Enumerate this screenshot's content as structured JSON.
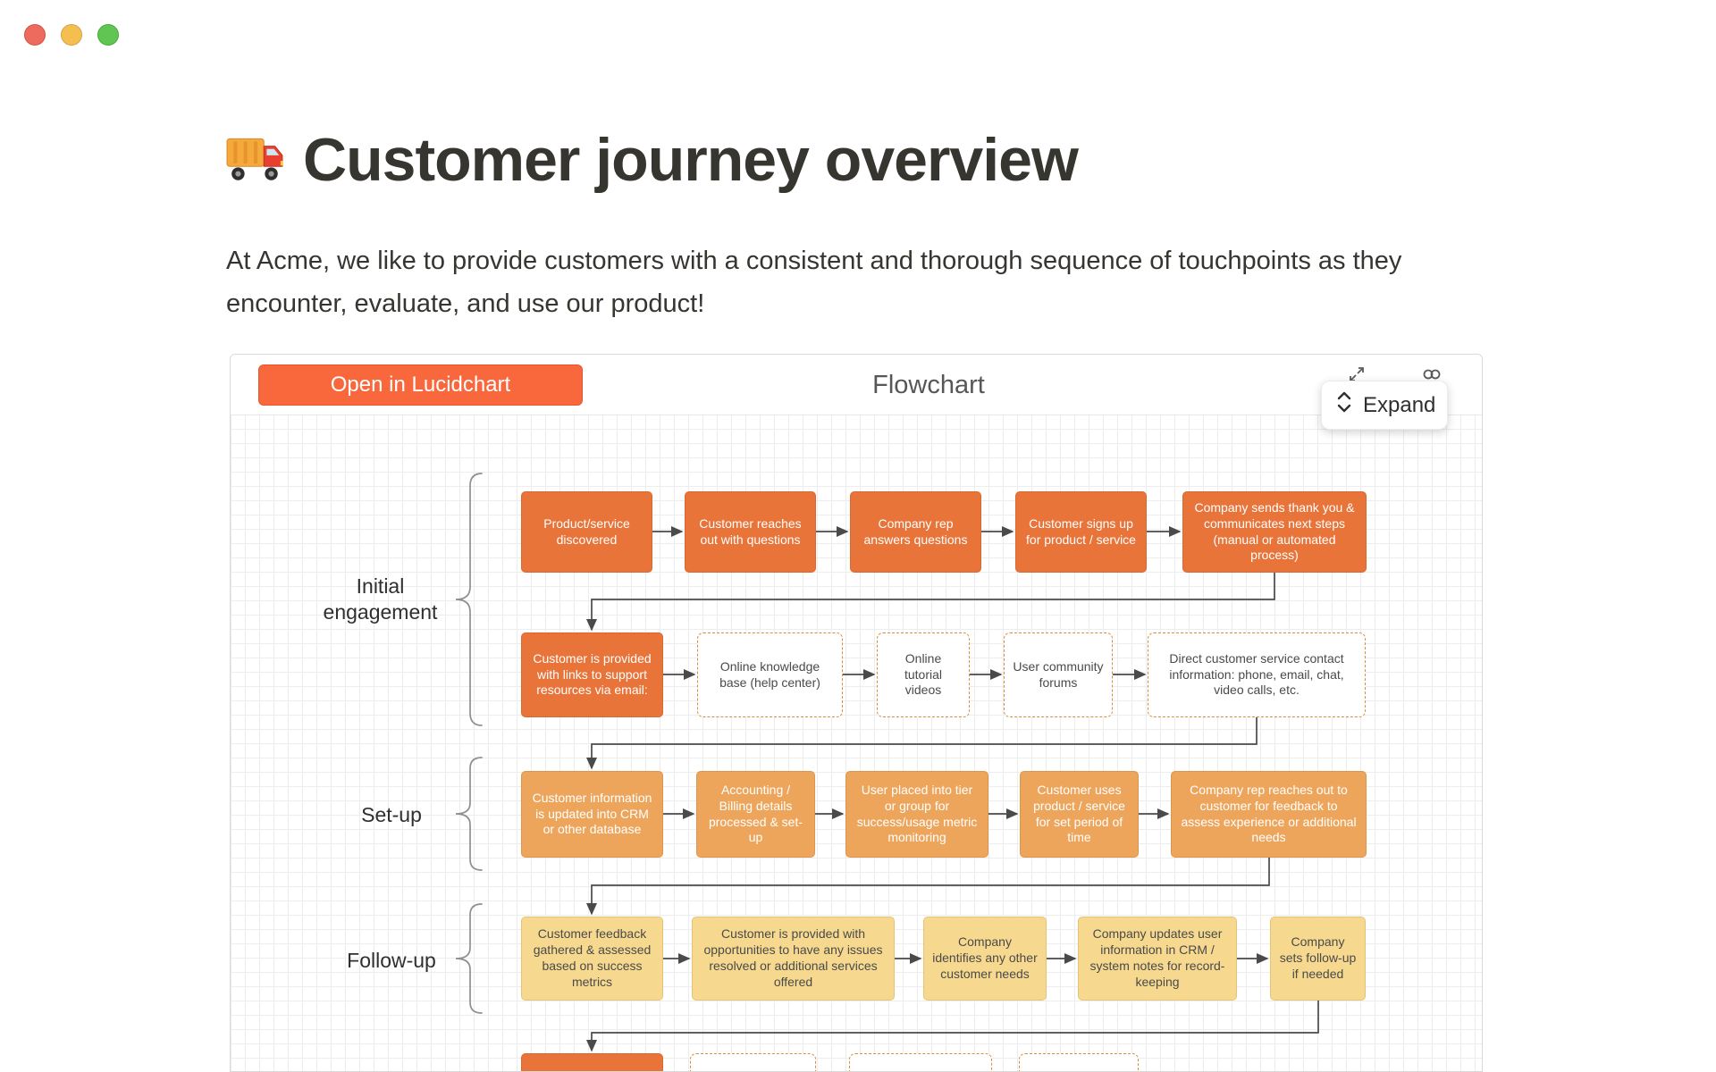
{
  "window": {
    "controls": [
      {
        "name": "close"
      },
      {
        "name": "minimize"
      },
      {
        "name": "zoom"
      }
    ]
  },
  "page": {
    "icon": "truck-emoji",
    "title": "Customer journey overview",
    "intro": "At Acme, we like to provide customers with a consistent and thorough sequence of touchpoints as they encounter, evaluate, and use our product!"
  },
  "embed": {
    "provider_button": "Open in Lucidchart",
    "title": "Flowchart",
    "expand": {
      "label": "Expand",
      "icon": "unfold-vertical-icon"
    },
    "header_icons": [
      "expand-diagonal-icon",
      "link-icon"
    ]
  },
  "flowchart": {
    "lanes": [
      {
        "label": "Initial engagement"
      },
      {
        "label": "Set-up"
      },
      {
        "label": "Follow-up"
      }
    ],
    "rows": [
      {
        "style": "solid-orange",
        "boxes": [
          {
            "text": "Product/service discovered"
          },
          {
            "text": "Customer reaches out with questions"
          },
          {
            "text": "Company rep answers questions"
          },
          {
            "text": "Customer signs up for product / service"
          },
          {
            "text": "Company sends thank you & communicates next steps (manual or automated process)"
          }
        ]
      },
      {
        "style": "solid-orange-then-dashed",
        "boxes": [
          {
            "text": "Customer is provided with links to support resources via email:"
          },
          {
            "text": "Online knowledge base (help center)"
          },
          {
            "text": "Online tutorial videos"
          },
          {
            "text": "User community forums"
          },
          {
            "text": "Direct customer service contact information: phone, email, chat, video calls, etc."
          }
        ]
      },
      {
        "style": "solid-amber",
        "boxes": [
          {
            "text": "Customer information is updated into CRM or other database"
          },
          {
            "text": "Accounting / Billing details processed & set-up"
          },
          {
            "text": "User placed into tier or group for success/usage metric monitoring"
          },
          {
            "text": "Customer uses product / service for set period of time"
          },
          {
            "text": "Company rep reaches out to customer for feedback to assess experience or additional needs"
          }
        ]
      },
      {
        "style": "solid-tan",
        "boxes": [
          {
            "text": "Customer feedback gathered & assessed based on success metrics"
          },
          {
            "text": "Customer is provided with opportunities to have any issues resolved or additional services offered"
          },
          {
            "text": "Company identifies any other customer needs"
          },
          {
            "text": "Company updates user information in CRM / system notes for record-keeping"
          },
          {
            "text": "Company sets follow-up if needed"
          }
        ]
      }
    ]
  },
  "colors": {
    "orange": "#e8743a",
    "amber": "#eda55c",
    "tan": "#f6d98f",
    "dashed_border": "#d98e3f",
    "button": "#f8683c",
    "connector": "#4a4a4a",
    "title_text": "#37352f"
  }
}
